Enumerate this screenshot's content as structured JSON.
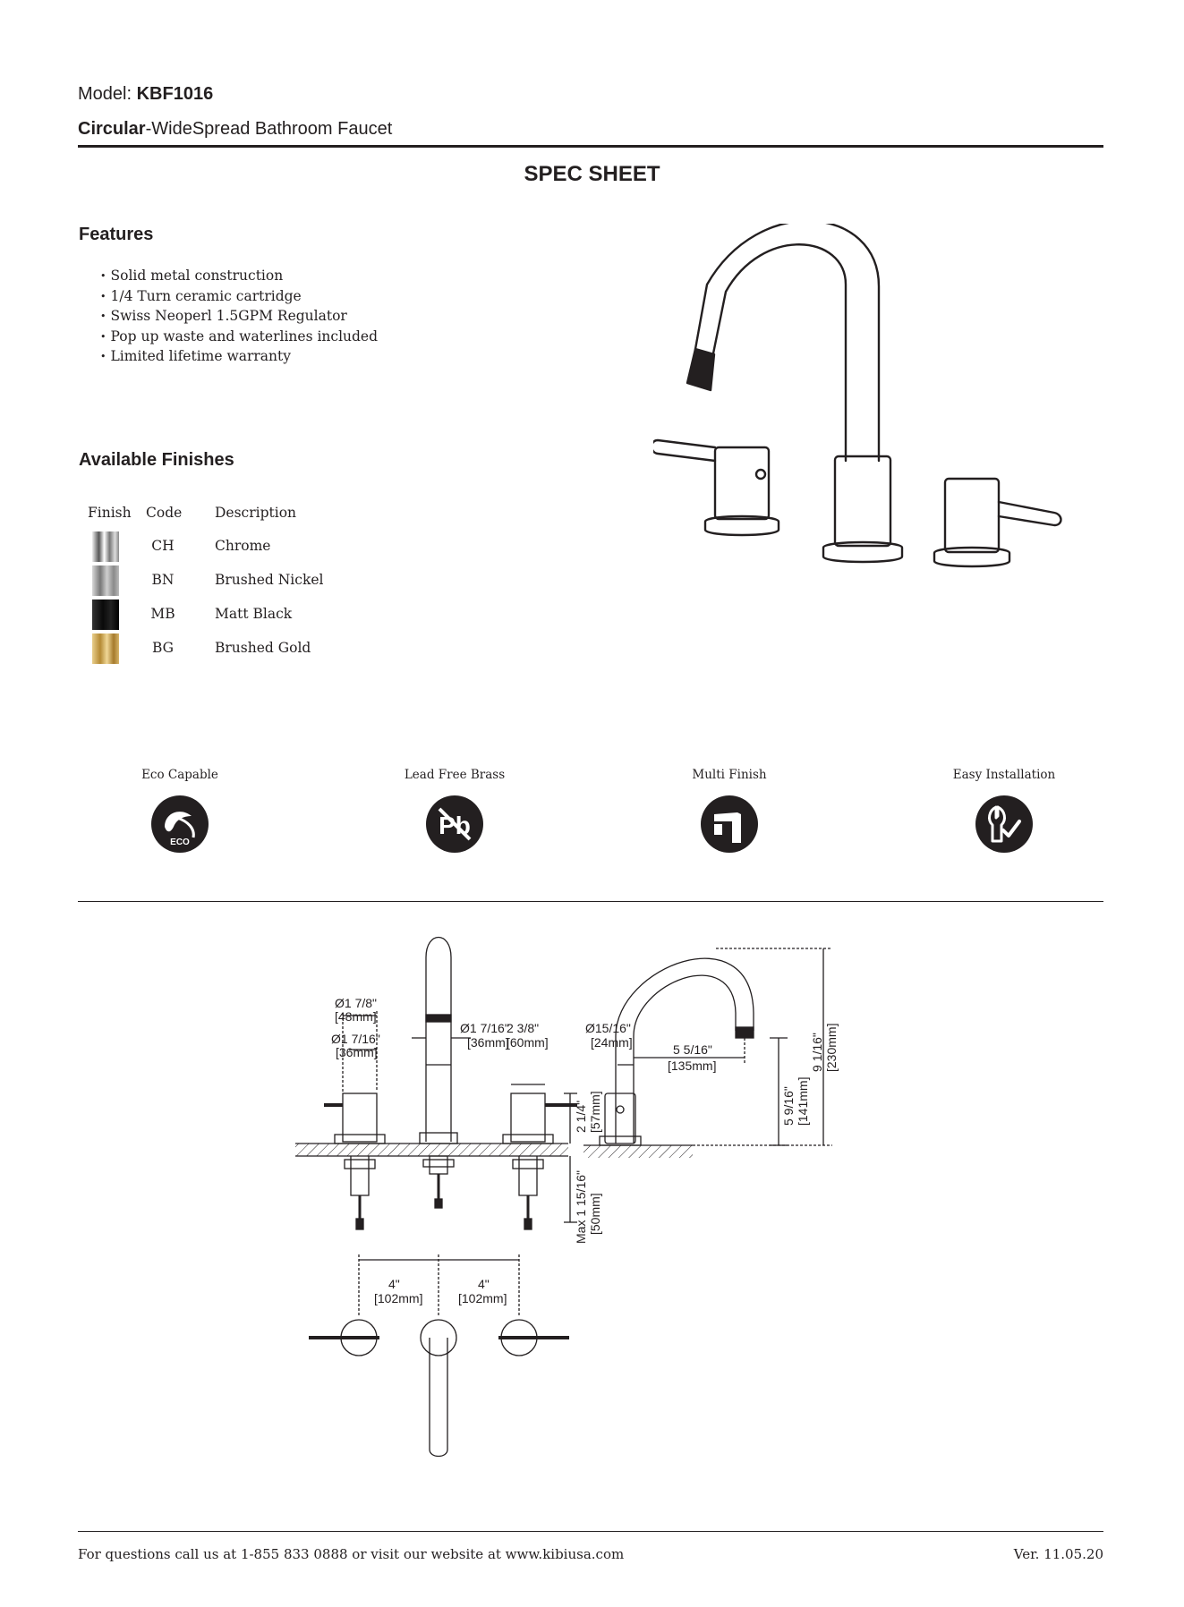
{
  "header": {
    "model_label": "Model:",
    "model_number": "KBF1016",
    "collection": "Circular",
    "product_type": "-WideSpread Bathroom Faucet"
  },
  "spec_title": "SPEC SHEET",
  "features": {
    "heading": "Features",
    "items": [
      "Solid metal construction",
      "1/4 Turn ceramic cartridge",
      "Swiss Neoperl 1.5GPM Regulator",
      "Pop up waste and waterlines included",
      "Limited lifetime warranty"
    ]
  },
  "finishes": {
    "heading": "Available Finishes",
    "columns": [
      "Finish",
      "Code",
      "Description"
    ],
    "rows": [
      {
        "code": "CH",
        "description": "Chrome",
        "color": "#b8b8b8"
      },
      {
        "code": "BN",
        "description": "Brushed Nickel",
        "color": "#9a9a9a"
      },
      {
        "code": "MB",
        "description": "Matt Black",
        "color": "#111111"
      },
      {
        "code": "BG",
        "description": "Brushed Gold",
        "color": "#c9a24e"
      }
    ]
  },
  "badges": [
    {
      "label": "Eco Capable",
      "icon": "eco-leaf-icon",
      "text": "ECO"
    },
    {
      "label": "Lead Free Brass",
      "icon": "lead-free-icon",
      "text": "Pb"
    },
    {
      "label": "Multi Finish",
      "icon": "faucet-icon"
    },
    {
      "label": "Easy Installation",
      "icon": "wrench-check-icon"
    }
  ],
  "dimensions": {
    "handle_base_diameter": "Ø1 7/8\"",
    "handle_base_diameter_mm": "[48mm]",
    "handle_diameter": "Ø1 7/16\"",
    "handle_diameter_mm": "[36mm]",
    "spout_diameter": "Ø1 7/16\"",
    "spout_diameter_mm": "[36mm]",
    "lever_length": "2 3/8\"",
    "lever_length_mm": "[60mm]",
    "handle_height": "2 1/4\"",
    "handle_height_mm": "[57mm]",
    "max_deck_thickness": "Max 1 15/16\"",
    "max_deck_thickness_mm": "[50mm]",
    "spacing_left": "4\"",
    "spacing_left_mm": "[102mm]",
    "spacing_right": "4\"",
    "spacing_right_mm": "[102mm]",
    "spout_tip_diameter": "Ø15/16\"",
    "spout_tip_diameter_mm": "[24mm]",
    "spout_reach": "5 5/16\"",
    "spout_reach_mm": "[135mm]",
    "spout_clearance": "5 9/16\"",
    "spout_clearance_mm": "[141mm]",
    "overall_height": "9 1/16\"",
    "overall_height_mm": "[230mm]"
  },
  "footer": {
    "contact": "For questions call us at 1-855 833 0888 or visit our website at www.kibiusa.com",
    "version": "Ver. 11.05.20"
  }
}
